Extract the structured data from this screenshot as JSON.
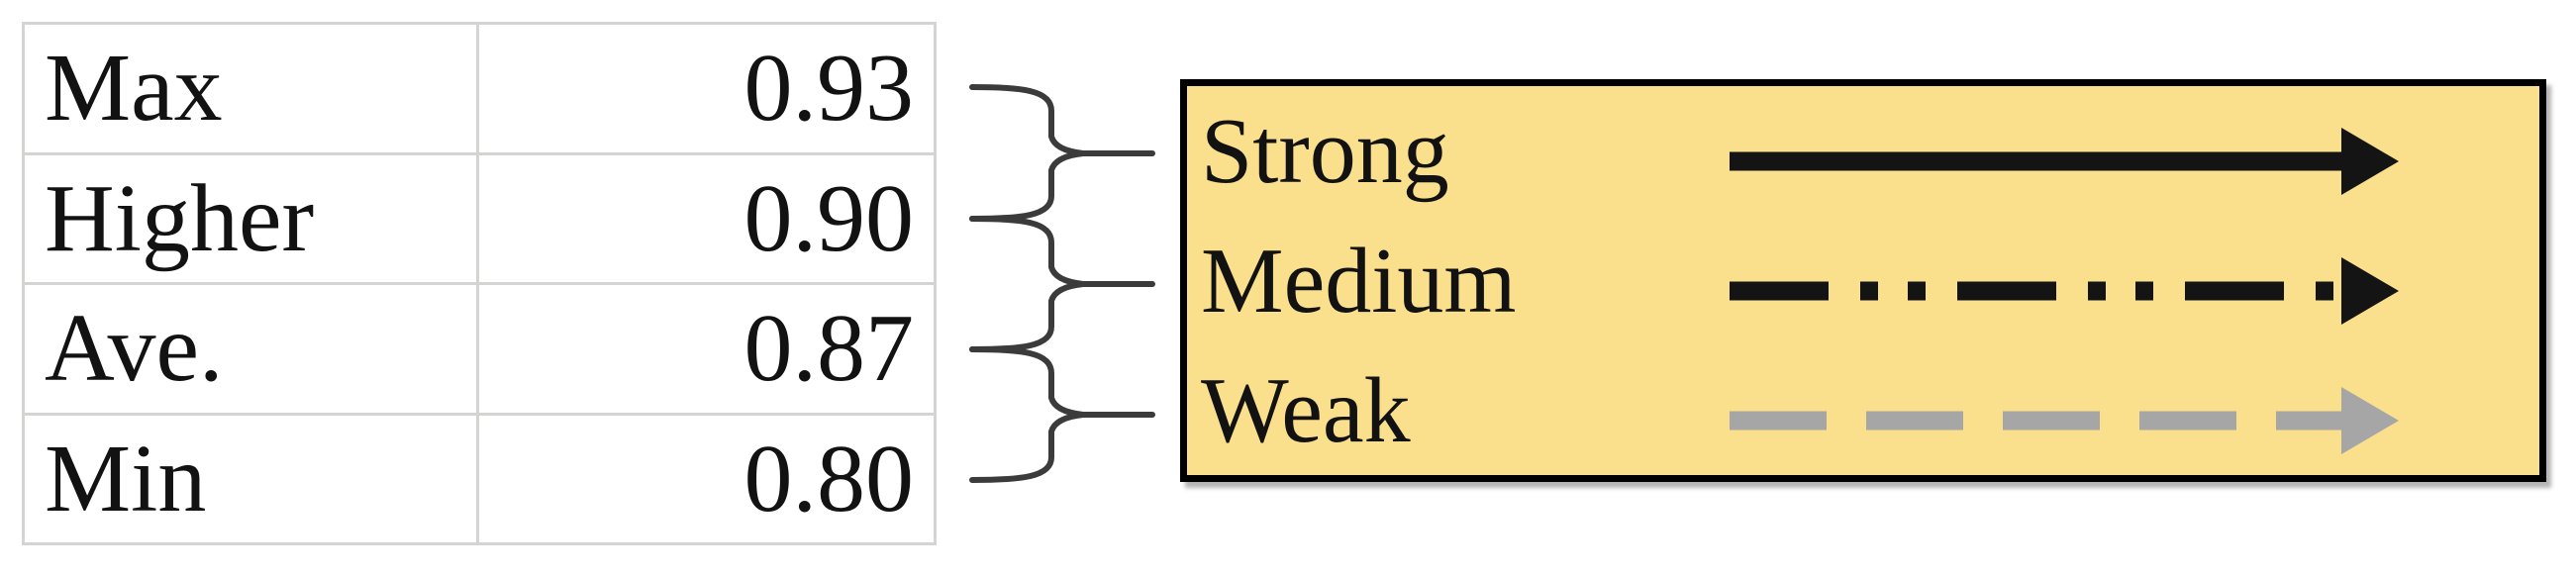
{
  "table": {
    "rows": [
      {
        "label": "Max",
        "value": "0.93"
      },
      {
        "label": "Higher",
        "value": "0.90"
      },
      {
        "label": "Ave.",
        "value": "0.87"
      },
      {
        "label": "Min",
        "value": "0.80"
      }
    ]
  },
  "legend": {
    "items": [
      {
        "label": "Strong",
        "line_style": "solid",
        "color": "#141414"
      },
      {
        "label": "Medium",
        "line_style": "dash-dot-dot",
        "color": "#141414"
      },
      {
        "label": "Weak",
        "line_style": "dashed",
        "color": "#a6a6a6"
      }
    ],
    "background": "#fae08c",
    "border_color": "#000000"
  },
  "mapping": {
    "braces": [
      {
        "from_values": [
          "0.93",
          "0.90"
        ],
        "to": "Strong"
      },
      {
        "from_values": [
          "0.90",
          "0.87"
        ],
        "to": "Medium"
      },
      {
        "from_values": [
          "0.87",
          "0.80"
        ],
        "to": "Weak"
      }
    ],
    "brace_color": "#3b3b3b"
  },
  "colors": {
    "table_border": "#d6d4d2",
    "text": "#121212"
  }
}
